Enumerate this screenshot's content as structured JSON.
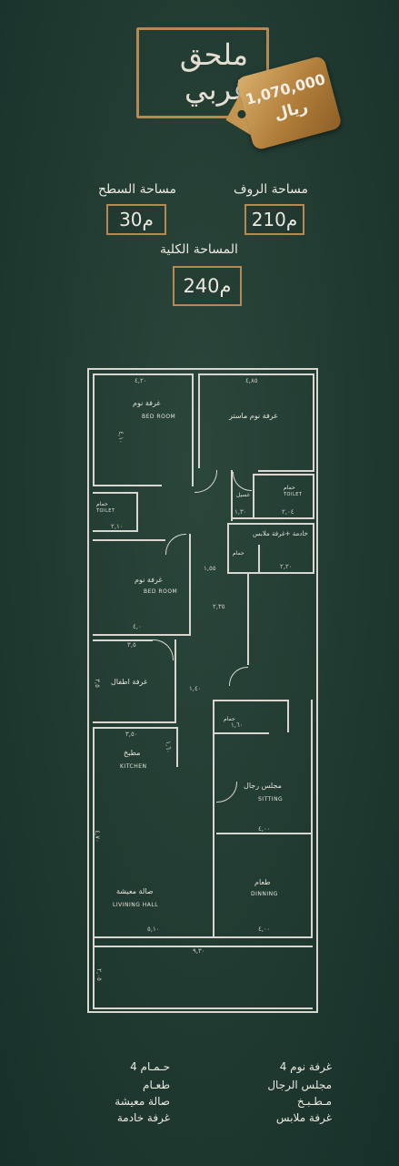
{
  "title": {
    "line1": "ملحق",
    "line2": "غربي"
  },
  "price": {
    "amount": "1,070,000",
    "currency": "ريال"
  },
  "areas": {
    "roof": {
      "label": "مساحة الروف",
      "value": "210م"
    },
    "surface": {
      "label": "مساحة السطح",
      "value": "30م"
    },
    "total": {
      "label": "المساحة الكلية",
      "value": "240م"
    }
  },
  "plan": {
    "rooms": {
      "bed1_ar": "غرفة نوم",
      "bed1_en": "BED ROOM",
      "master_ar": "غرفة نوم ماستر",
      "wc1_ar": "حمام",
      "wc1_en": "TOILET",
      "laundry_ar": "غسيل",
      "wc2_ar": "حمام",
      "wc2_en": "TOILET",
      "maid_ar": "خادمة +غرفة ملابس",
      "wc3_ar": "حمام",
      "bed2_ar": "غرفة نوم",
      "bed2_en": "BED ROOM",
      "kids_ar": "غرفة اطفال",
      "kitchen_ar": "مطبخ",
      "kitchen_en": "KITCHEN",
      "wc4_ar": "حمام",
      "sitting_ar": "مجلس رجال",
      "sitting_en": "SITTING",
      "living_ar": "صالة معيشة",
      "living_en": "LIVINING HALL",
      "dining_ar": "طعام",
      "dining_en": "DINNING"
    },
    "dims": {
      "d1": "٤,٢٠",
      "d2": "٤,٨٥",
      "d3": "٤,١٠",
      "d4": "٢,١٠",
      "d5": "١,٣٠",
      "d6": "٢,٠٤",
      "d7": "٢,٢٠",
      "d8": "١,٥٥",
      "d9": "٢,٣٥",
      "d10": "٤,٠",
      "d11": "٣,٥",
      "d12": "١,٤٠",
      "d13": "٣,٥٠",
      "d14": "١,٦٠",
      "d15": "٤,٠٠",
      "d16": "٥,١٠",
      "d17": "٤,٠٠",
      "d18": "٩,٣٠",
      "d19": "٤,٧٠",
      "d20": "٢,٠٥",
      "d21": "٣,٥",
      "d22": "١,٦٠"
    }
  },
  "features": {
    "right": [
      "4 غرفة نوم",
      "مجلس الرجال",
      "مـطـبـخ",
      "غرفة ملابس"
    ],
    "left": [
      "4 حـمـام",
      "طعـام",
      "صالة معيشة",
      "غرفة خادمة"
    ]
  }
}
